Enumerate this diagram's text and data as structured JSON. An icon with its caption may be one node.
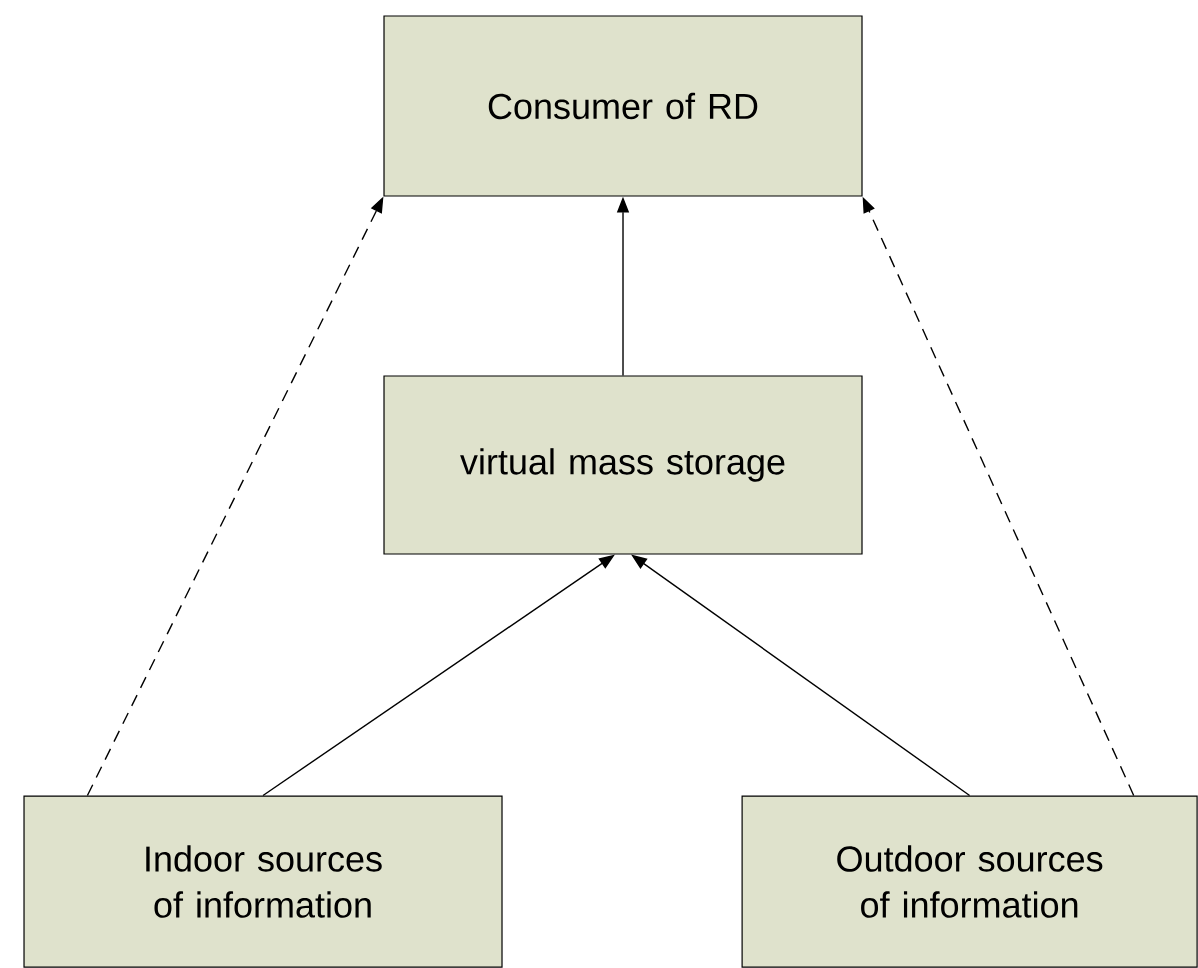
{
  "diagram": {
    "nodes": [
      {
        "text": [
          "Consumer of RD"
        ]
      },
      {
        "text": [
          "virtual mass storage"
        ]
      },
      {
        "text": [
          "Indoor sources of information"
        ]
      },
      {
        "text": [
          "Outdoor sources of information"
        ]
      }
    ],
    "edges": [
      {
        "from": 1,
        "to": 0,
        "arrow": "to"
      },
      {
        "from": 2,
        "to": 1,
        "arrow": "to"
      },
      {
        "from": 3,
        "to": 1,
        "arrow": "to"
      },
      {
        "from": 2,
        "to": 0,
        "arrow": "to",
        "style": "dashed"
      },
      {
        "from": 3,
        "to": 0,
        "arrow": "to",
        "style": "dashed"
      }
    ]
  }
}
